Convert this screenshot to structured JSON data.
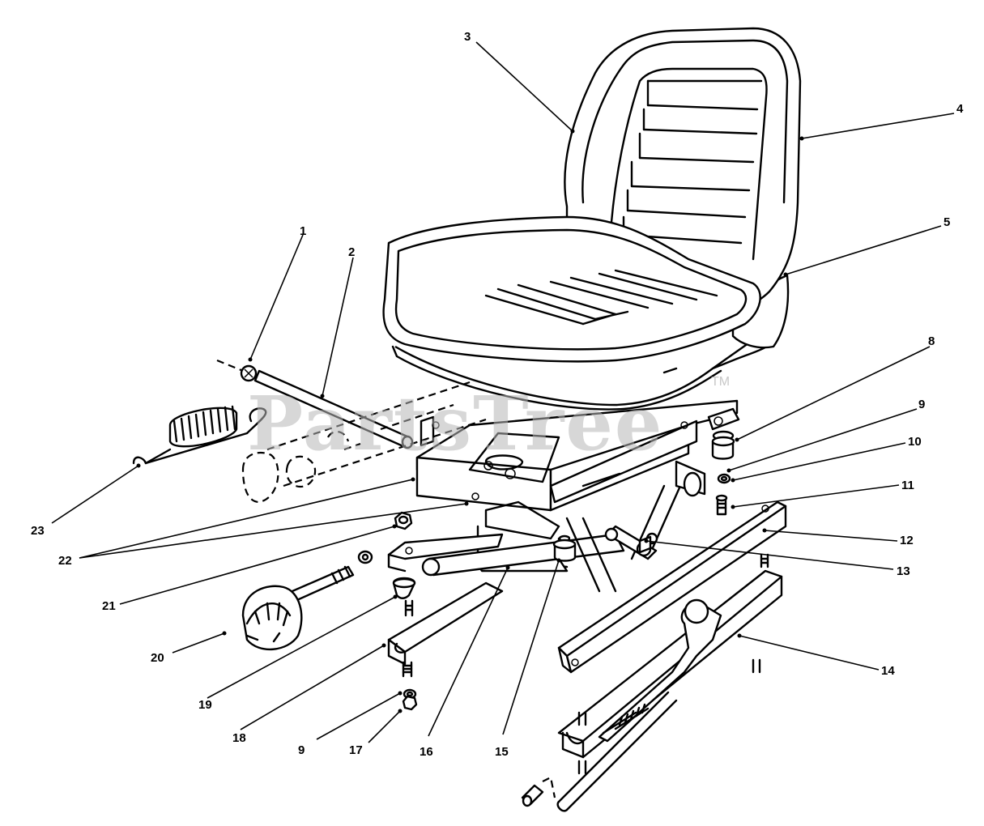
{
  "watermark": {
    "text": "PartsTree",
    "trademark": "TM"
  },
  "callouts": [
    {
      "id": "c1",
      "label": "1"
    },
    {
      "id": "c2",
      "label": "2"
    },
    {
      "id": "c3",
      "label": "3"
    },
    {
      "id": "c4",
      "label": "4"
    },
    {
      "id": "c5",
      "label": "5"
    },
    {
      "id": "c8",
      "label": "8"
    },
    {
      "id": "c9a",
      "label": "9"
    },
    {
      "id": "c10",
      "label": "10"
    },
    {
      "id": "c11",
      "label": "11"
    },
    {
      "id": "c12",
      "label": "12"
    },
    {
      "id": "c13",
      "label": "13"
    },
    {
      "id": "c14",
      "label": "14"
    },
    {
      "id": "c15",
      "label": "15"
    },
    {
      "id": "c16",
      "label": "16"
    },
    {
      "id": "c9b",
      "label": "9"
    },
    {
      "id": "c17",
      "label": "17"
    },
    {
      "id": "c18",
      "label": "18"
    },
    {
      "id": "c19",
      "label": "19"
    },
    {
      "id": "c20",
      "label": "20"
    },
    {
      "id": "c21",
      "label": "21"
    },
    {
      "id": "c22",
      "label": "22"
    },
    {
      "id": "c23",
      "label": "23"
    }
  ]
}
